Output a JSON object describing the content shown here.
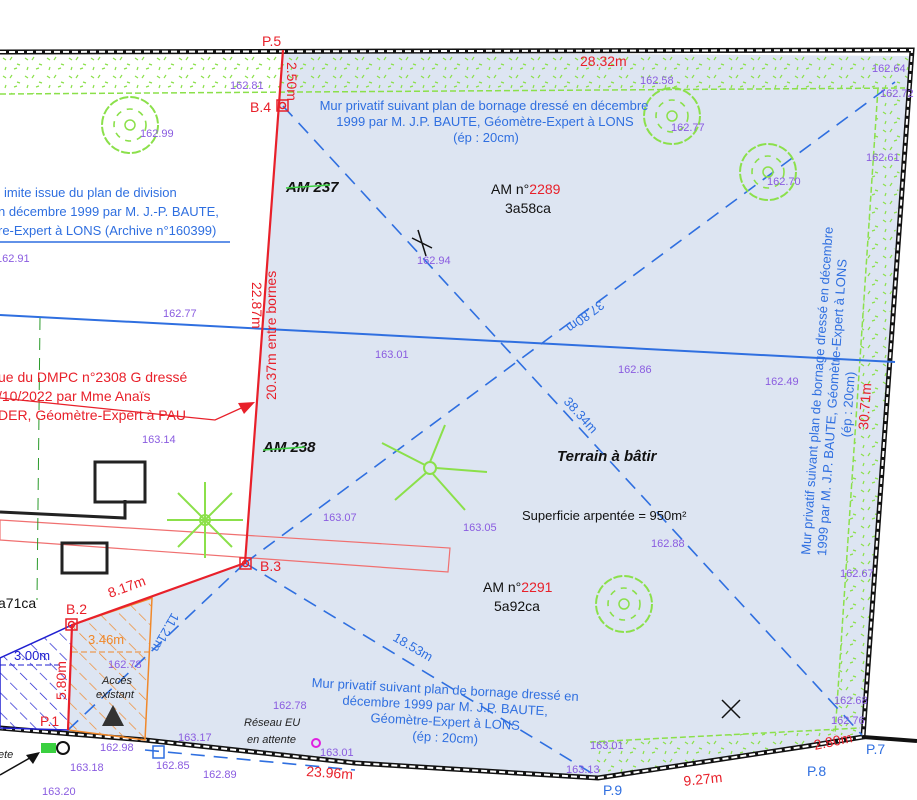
{
  "points": {
    "p5": "P.5",
    "b4": "B.4",
    "b3": "B.3",
    "b2": "B.2",
    "p1": "P.1",
    "p7": "P.7",
    "p8": "P.8",
    "p9": "P.9"
  },
  "dimensions": {
    "d_250": "2.50m",
    "d_2832": "28.32m",
    "d_2287": "22.87m",
    "d_2037": "20.37m entre bornes",
    "d_817": "8.17m",
    "d_580": "5.80m",
    "d_346": "3.46m",
    "d_300": "3.00m",
    "d_1121": "11.21m",
    "d_1853": "18.53m",
    "d_2396": "23.96m",
    "d_927": "9.27m",
    "d_280": "2.80m",
    "d_3071": "30.71m",
    "d_3780": "37.80m",
    "d_3834": "38.34m"
  },
  "altitudes": [
    "162.81",
    "162.99",
    "162.91",
    "162.77",
    "162.94",
    "163.01",
    "162.86",
    "163.14",
    "163.07",
    "163.05",
    "162.88",
    "162.58",
    "162.77",
    "162.70",
    "162.64",
    "162.72",
    "162.61",
    "162.49",
    "162.67",
    "162.68",
    "162.76",
    "163.01",
    "163.13",
    "162.78",
    "162.78",
    "162.98",
    "163.18",
    "163.20",
    "163.17",
    "162.85",
    "162.89",
    "163.01"
  ],
  "parcels": {
    "p2289": {
      "prefix": "AM n°",
      "num": "2289",
      "area": "3a58ca"
    },
    "p2291": {
      "prefix": "AM n°",
      "num": "2291",
      "area": "5a92ca"
    },
    "am237": "AM  237",
    "am238": "AM  238",
    "left_area": "a71ca"
  },
  "notes": {
    "wall_top": [
      "Mur privatif suivant plan de bornage dressé en décembre",
      "1999 par M. J.P. BAUTE, Géomètre-Expert à LONS",
      "(ép : 20cm)"
    ],
    "wall_right": [
      "Mur privatif suivant plan de bornage dressé en décembre",
      "1999 par M. J.P. BAUTE, Géomètre-Expert à LONS",
      "(ép : 20cm)"
    ],
    "wall_bottom": [
      "Mur privatif suivant plan de bornage dressé en",
      "décembre 1999 par M. J.P. BAUTE,",
      "Géomètre-Expert à LONS",
      "(ép : 20cm)"
    ],
    "limit_division": [
      "imite issue du plan de division",
      "n décembre 1999 par M. J.-P. BAUTE,",
      "re-Expert à LONS (Archive n°160399)"
    ],
    "dmpc": [
      "ue du DMPC n°2308 G dressé",
      "/10/2022 par Mme Anaïs",
      "DER, Géomètre-Expert à PAU"
    ],
    "terrain": "Terrain à bâtir",
    "superficie": "Superficie arpentée = 950m²",
    "acces": [
      "Accès",
      "existant"
    ],
    "reseau": [
      "Réseau EU",
      "en attente"
    ],
    "left_small": "ete"
  },
  "colors": {
    "parcel_fill": "#dde5f2",
    "red": "#e8202a",
    "blue": "#2f6fe0",
    "green": "#7ee03a",
    "altitude": "#8a5ce0"
  }
}
